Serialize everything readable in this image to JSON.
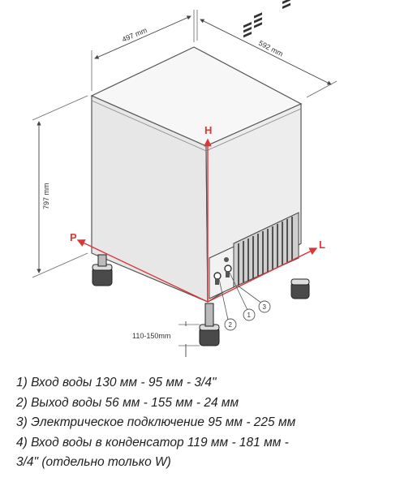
{
  "dimensions": {
    "width": "497 mm",
    "depth": "592 mm",
    "height": "797 mm",
    "feet": "110-150mm"
  },
  "axes": {
    "h": "H",
    "p": "P",
    "l": "L",
    "color": "#d9383a"
  },
  "callouts": [
    "1",
    "2",
    "3"
  ],
  "legend": [
    "1) Вход воды 130 мм - 95 мм - 3/4\"",
    "2) Выход воды 56 мм - 155 мм - 24 мм",
    "3) Электрическое подключение 95 мм - 225 мм",
    "4) Вход воды в конденсатор 119 мм - 181 мм -",
    "3/4\" (отдельно только W)"
  ]
}
